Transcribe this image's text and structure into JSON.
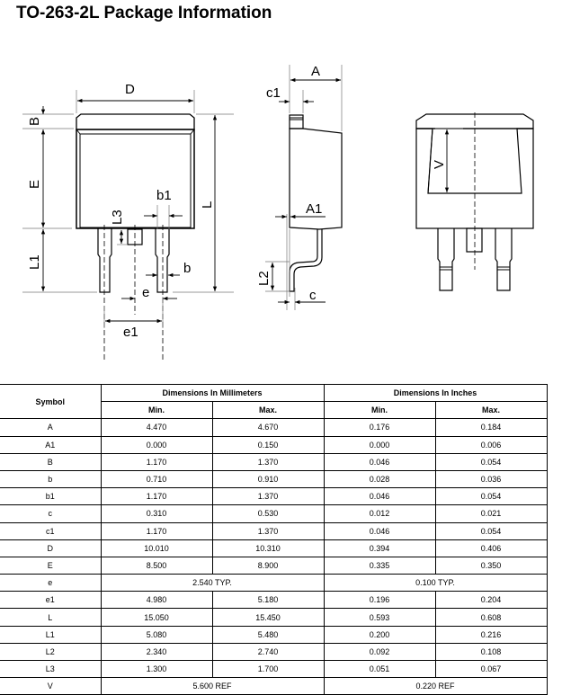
{
  "document": {
    "title": "TO-263-2L Package Information"
  },
  "drawing": {
    "front_view_labels": {
      "D": "D",
      "B": "B",
      "E": "E",
      "L": "L",
      "L1": "L1",
      "L3": "L3",
      "b1": "b1",
      "b": "b",
      "e": "e",
      "e1": "e1"
    },
    "side_view_labels": {
      "A": "A",
      "c1": "c1",
      "A1": "A1",
      "L2": "L2",
      "c": "c"
    },
    "back_view_labels": {
      "V": "V"
    }
  },
  "table": {
    "headers": {
      "symbol": "Symbol",
      "mm_group": "Dimensions In Millimeters",
      "inch_group": "Dimensions In Inches",
      "min": "Min.",
      "max": "Max."
    },
    "rows": [
      {
        "symbol": "A",
        "mm_min": "4.470",
        "mm_max": "4.670",
        "in_min": "0.176",
        "in_max": "0.184"
      },
      {
        "symbol": "A1",
        "mm_min": "0.000",
        "mm_max": "0.150",
        "in_min": "0.000",
        "in_max": "0.006"
      },
      {
        "symbol": "B",
        "mm_min": "1.170",
        "mm_max": "1.370",
        "in_min": "0.046",
        "in_max": "0.054"
      },
      {
        "symbol": "b",
        "mm_min": "0.710",
        "mm_max": "0.910",
        "in_min": "0.028",
        "in_max": "0.036"
      },
      {
        "symbol": "b1",
        "mm_min": "1.170",
        "mm_max": "1.370",
        "in_min": "0.046",
        "in_max": "0.054"
      },
      {
        "symbol": "c",
        "mm_min": "0.310",
        "mm_max": "0.530",
        "in_min": "0.012",
        "in_max": "0.021"
      },
      {
        "symbol": "c1",
        "mm_min": "1.170",
        "mm_max": "1.370",
        "in_min": "0.046",
        "in_max": "0.054"
      },
      {
        "symbol": "D",
        "mm_min": "10.010",
        "mm_max": "10.310",
        "in_min": "0.394",
        "in_max": "0.406"
      },
      {
        "symbol": "E",
        "mm_min": "8.500",
        "mm_max": "8.900",
        "in_min": "0.335",
        "in_max": "0.350"
      },
      {
        "symbol": "e",
        "mm_typ": "2.540 TYP.",
        "in_typ": "0.100 TYP."
      },
      {
        "symbol": "e1",
        "mm_min": "4.980",
        "mm_max": "5.180",
        "in_min": "0.196",
        "in_max": "0.204"
      },
      {
        "symbol": "L",
        "mm_min": "15.050",
        "mm_max": "15.450",
        "in_min": "0.593",
        "in_max": "0.608"
      },
      {
        "symbol": "L1",
        "mm_min": "5.080",
        "mm_max": "5.480",
        "in_min": "0.200",
        "in_max": "0.216"
      },
      {
        "symbol": "L2",
        "mm_min": "2.340",
        "mm_max": "2.740",
        "in_min": "0.092",
        "in_max": "0.108"
      },
      {
        "symbol": "L3",
        "mm_min": "1.300",
        "mm_max": "1.700",
        "in_min": "0.051",
        "in_max": "0.067"
      },
      {
        "symbol": "V",
        "mm_typ": "5.600 REF",
        "in_typ": "0.220 REF"
      }
    ]
  }
}
